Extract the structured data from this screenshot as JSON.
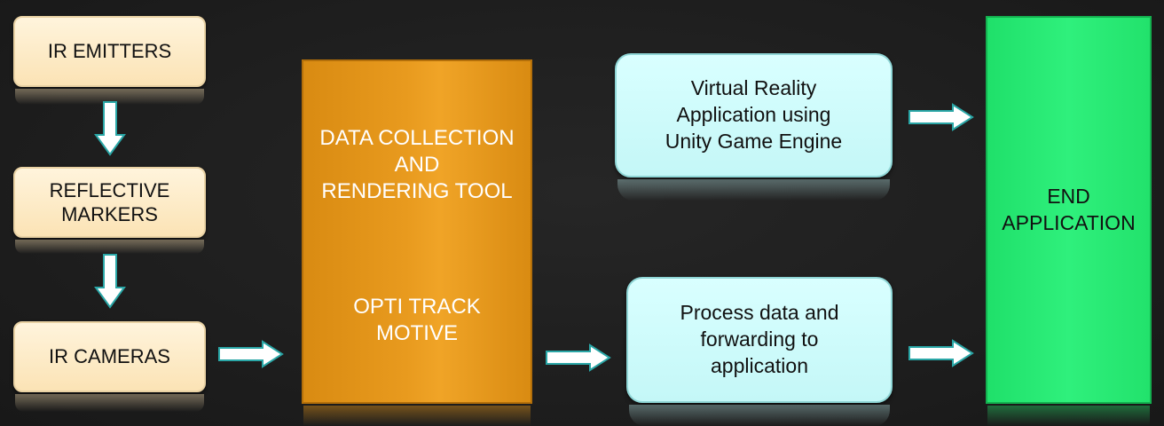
{
  "diagram": {
    "left_column": {
      "ir_emitters": "IR EMITTERS",
      "reflective_markers_line1": "REFLECTIVE",
      "reflective_markers_line2": "MARKERS",
      "ir_cameras": "IR CAMERAS"
    },
    "center_box": {
      "line1": "DATA COLLECTION",
      "line2": "AND",
      "line3": "RENDERING TOOL",
      "line4": "OPTI TRACK",
      "line5": "MOTIVE"
    },
    "vr_box": {
      "line1": "Virtual Reality",
      "line2": "Application using",
      "line3": "Unity Game Engine"
    },
    "process_box": {
      "line1": "Process data and",
      "line2": "forwarding to",
      "line3": "application"
    },
    "end_box": {
      "line1": "END",
      "line2": "APPLICATION"
    },
    "colors": {
      "background": "#1e1e1e",
      "cream": "#fbe3b5",
      "orange": "#e89a1e",
      "cyan": "#c4f7f7",
      "green": "#2ff07c",
      "arrow_fill": "#ffffff",
      "arrow_stroke": "#2aa7a7"
    }
  }
}
